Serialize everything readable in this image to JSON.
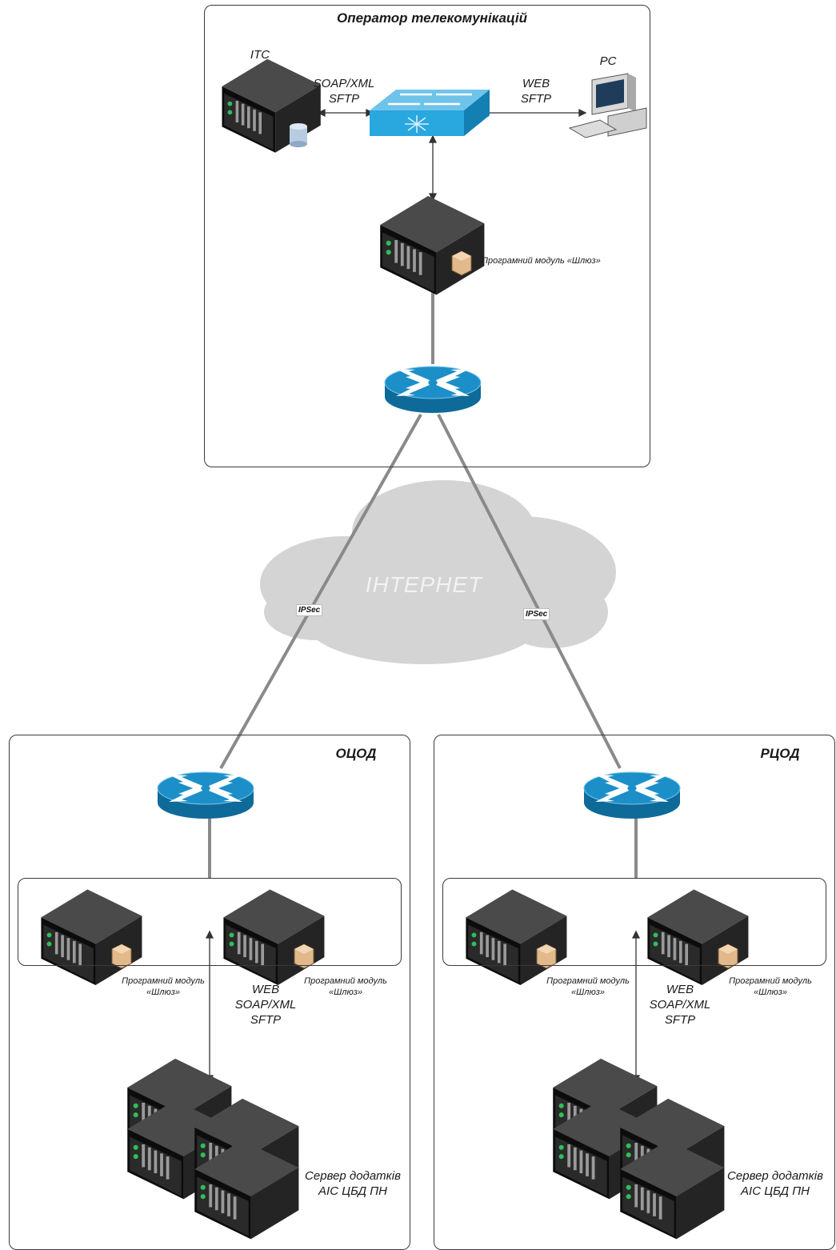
{
  "operator": {
    "title": "Оператор телекомунікацій",
    "itc_label": "ITC",
    "pc_label": "PC",
    "link_itc_switch": [
      "SOAP/XML",
      "SFTP"
    ],
    "link_switch_pc": [
      "WEB",
      "SFTP"
    ],
    "gateway_label": "Програмний модуль «Шлюз»"
  },
  "internet": {
    "label": "ІНТЕРНЕТ",
    "tunnel_left": "IPSec",
    "tunnel_right": "IPSec"
  },
  "ocod": {
    "title": "ОЦОД",
    "gateway_1": [
      "Програмний модуль",
      "«Шлюз»"
    ],
    "gateway_2": [
      "Програмний модуль",
      "«Шлюз»"
    ],
    "protocols": [
      "WEB",
      "SOAP/XML",
      "SFTP"
    ],
    "server": [
      "Сервер додатків",
      "АІС ЦБД ПН"
    ]
  },
  "rcod": {
    "title": "РЦОД",
    "gateway_1": [
      "Програмний модуль",
      "«Шлюз»"
    ],
    "gateway_2": [
      "Програмний модуль",
      "«Шлюз»"
    ],
    "protocols": [
      "WEB",
      "SOAP/XML",
      "SFTP"
    ],
    "server": [
      "Сервер додатків",
      "АІС ЦБД ПН"
    ]
  },
  "colors": {
    "router": "#1c8fc9",
    "switch": "#29a7df",
    "cloud": "#d2d2d2",
    "link": "#8a8a8a"
  }
}
